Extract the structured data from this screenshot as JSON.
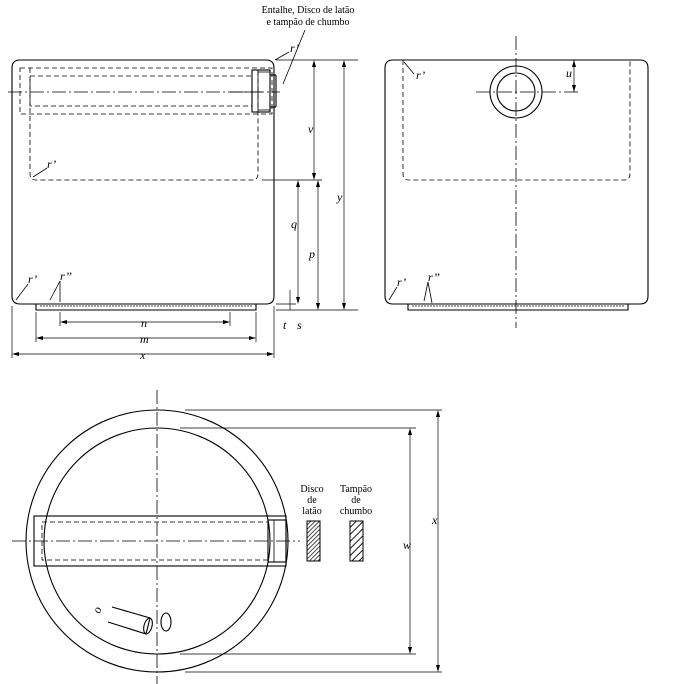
{
  "header_note": {
    "line1": "Entalhe, Disco de latão",
    "line2": "e tampão de chumbo"
  },
  "front_view": {
    "labels": {
      "r1": "r’",
      "r2": "r’",
      "r3": "r’",
      "r4": "r’’",
      "v": "v",
      "y": "y",
      "q": "q",
      "p": "p",
      "n": "n",
      "m": "m",
      "x": "x",
      "t": "t",
      "s": "s"
    }
  },
  "side_view": {
    "labels": {
      "r1": "r’",
      "u": "u",
      "r2": "r’",
      "r3": "r’’"
    }
  },
  "top_view": {
    "labels": {
      "x": "x",
      "w": "w",
      "o": "o"
    },
    "legend": {
      "brass_disc": [
        "Disco",
        "de",
        "latão"
      ],
      "lead_plug": [
        "Tampão",
        "de",
        "chumbo"
      ]
    }
  }
}
